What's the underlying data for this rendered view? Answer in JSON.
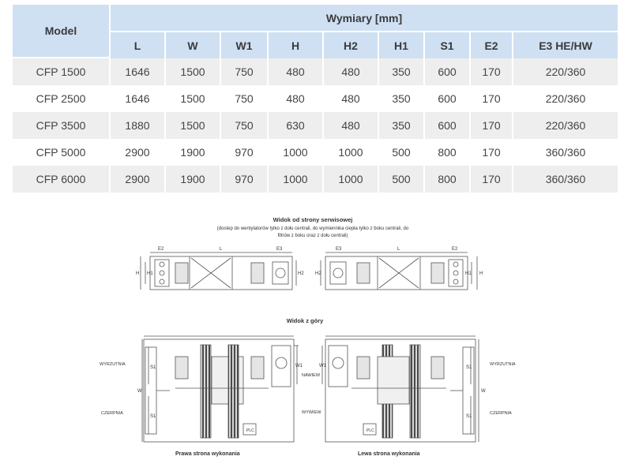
{
  "table": {
    "model_header": "Model",
    "group_header": "Wymiary [mm]",
    "columns": [
      "L",
      "W",
      "W1",
      "H",
      "H2",
      "H1",
      "S1",
      "E2",
      "E3 HE/HW"
    ],
    "rows": [
      [
        "CFP 1500",
        "1646",
        "1500",
        "750",
        "480",
        "480",
        "350",
        "600",
        "170",
        "220/360"
      ],
      [
        "CFP 2500",
        "1646",
        "1500",
        "750",
        "480",
        "480",
        "350",
        "600",
        "170",
        "220/360"
      ],
      [
        "CFP 3500",
        "1880",
        "1500",
        "750",
        "630",
        "480",
        "350",
        "600",
        "170",
        "220/360"
      ],
      [
        "CFP 5000",
        "2900",
        "1900",
        "970",
        "1000",
        "1000",
        "500",
        "800",
        "170",
        "360/360"
      ],
      [
        "CFP 6000",
        "2900",
        "1900",
        "970",
        "1000",
        "1000",
        "500",
        "800",
        "170",
        "360/360"
      ]
    ]
  },
  "drawing": {
    "side_title": "Widok od strony serwisowej",
    "side_note_1": "(dostep do wentylatorów tylko z dołu centrali, do wymiennika ciepła tylko z boku centrali, do",
    "side_note_2": "filtrów z boku oraz z dołu centrali)",
    "top_title": "Widok z góry",
    "left_caption": "Prawa strona wykonania",
    "right_caption": "Lewa strona wykonania",
    "label_wyrzutnia": "WYRZUTNIA",
    "label_czerpnia": "CZERPNIA",
    "label_nawiew": "NAWIEW",
    "label_wywiew": "WYWIEW",
    "label_plc": "PLC",
    "dim_l": "L",
    "dim_e2": "E2",
    "dim_e3": "E3",
    "dim_h": "H",
    "dim_h1": "H1",
    "dim_h2": "H2",
    "dim_s1": "S1",
    "dim_w": "W",
    "dim_w1": "W1"
  }
}
